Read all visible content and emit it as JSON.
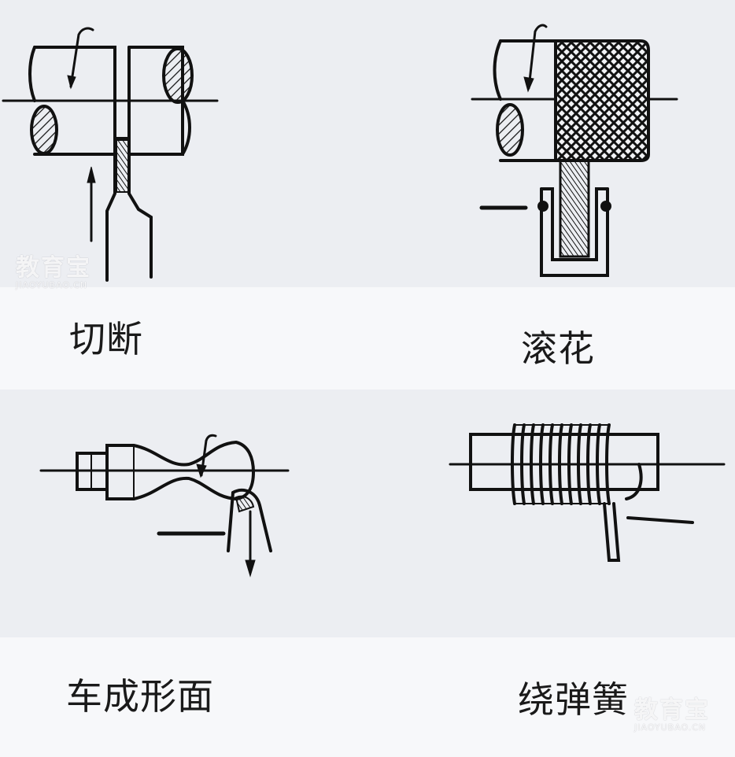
{
  "captions": {
    "cutoff": "切断",
    "knurling": "滚花",
    "forming": "车成形面",
    "spring": "绕弹簧"
  },
  "watermark": {
    "cn": "教育宝",
    "en": "JIAOYUBAO.CN"
  },
  "colors": {
    "background": "#eceef2",
    "band": "#f7f8fa",
    "ink": "#111111"
  },
  "icons": [
    "cutoff-diagram",
    "knurling-diagram",
    "forming-diagram",
    "spring-winding-diagram"
  ]
}
